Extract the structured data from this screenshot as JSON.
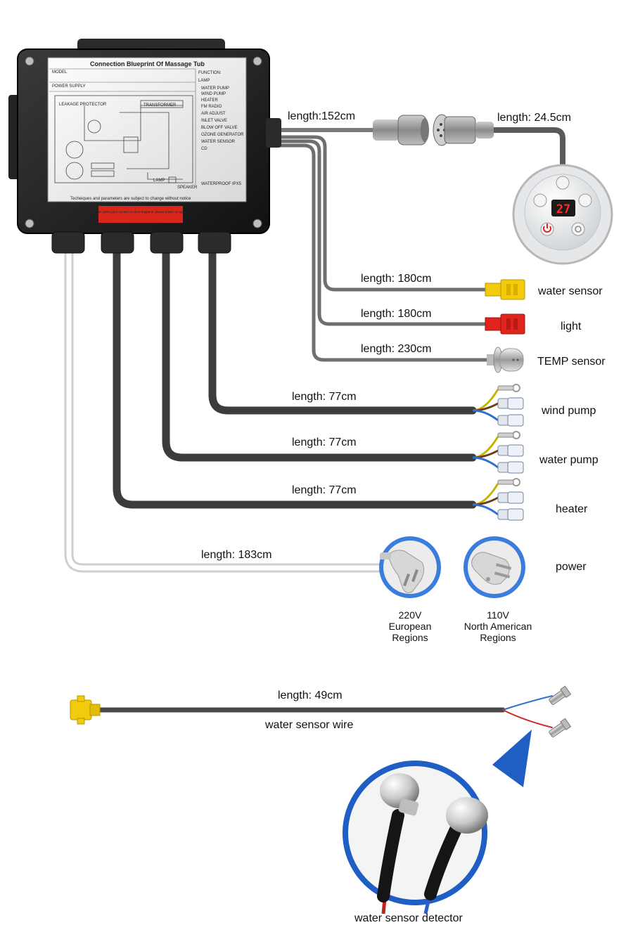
{
  "controller": {
    "panel_title": "Connection Blueprint Of Massage Tub",
    "panel_footer": "Techeiques and parameters are subject to change without notice",
    "panel_functions": [
      "FUNCTION:",
      "LAMP",
      "WATER PUMP",
      "WIND PUMP",
      "HEATER",
      "FM RADIO",
      "AIR ADJUST",
      "INLET VALVE",
      "BLOW OFF VALVE",
      "OZONE GENERATOR",
      "WATER SENSOR",
      "CD"
    ],
    "panel_model": "MODEL",
    "panel_power": "POWER SUPPLY",
    "panel_waterproof": "WATERPROOF IPX5",
    "panel_leakage": "LEAKAGE PROTECTOR",
    "panel_transformer": "TRANSFORMER",
    "panel_speaker": "SPEAKER",
    "panel_lamp": "LAMP",
    "panel_warning": "Note: when poor contact or short happens, please power on again"
  },
  "display": {
    "readout": "27"
  },
  "connections": {
    "control_cable_length": "length:152cm",
    "panel_cable_length": "length: 24.5cm",
    "water_sensor": {
      "length": "length: 180cm",
      "name": "water sensor"
    },
    "light": {
      "length": "length: 180cm",
      "name": "light"
    },
    "temp_sensor": {
      "length": "length: 230cm",
      "name": "TEMP sensor"
    },
    "wind_pump": {
      "length": "length: 77cm",
      "name": "wind pump"
    },
    "water_pump": {
      "length": "length: 77cm",
      "name": "water pump"
    },
    "heater": {
      "length": "length: 77cm",
      "name": "heater"
    },
    "power": {
      "length": "length: 183cm",
      "name": "power"
    }
  },
  "plugs": {
    "eu": {
      "voltage": "220V",
      "line1": "European",
      "line2": "Regions"
    },
    "na": {
      "voltage": "110V",
      "line1": "North American",
      "line2": "Regions"
    }
  },
  "sensor_wire": {
    "length": "length: 49cm",
    "name": "water sensor wire",
    "detector_label": "water sensor detector"
  },
  "colors": {
    "cable": "#4a4a4a",
    "housing": "#1e1e1e",
    "accent_blue": "#3b7ddd",
    "yellow_connector": "#f2cc0c",
    "red_connector": "#e0231c"
  }
}
